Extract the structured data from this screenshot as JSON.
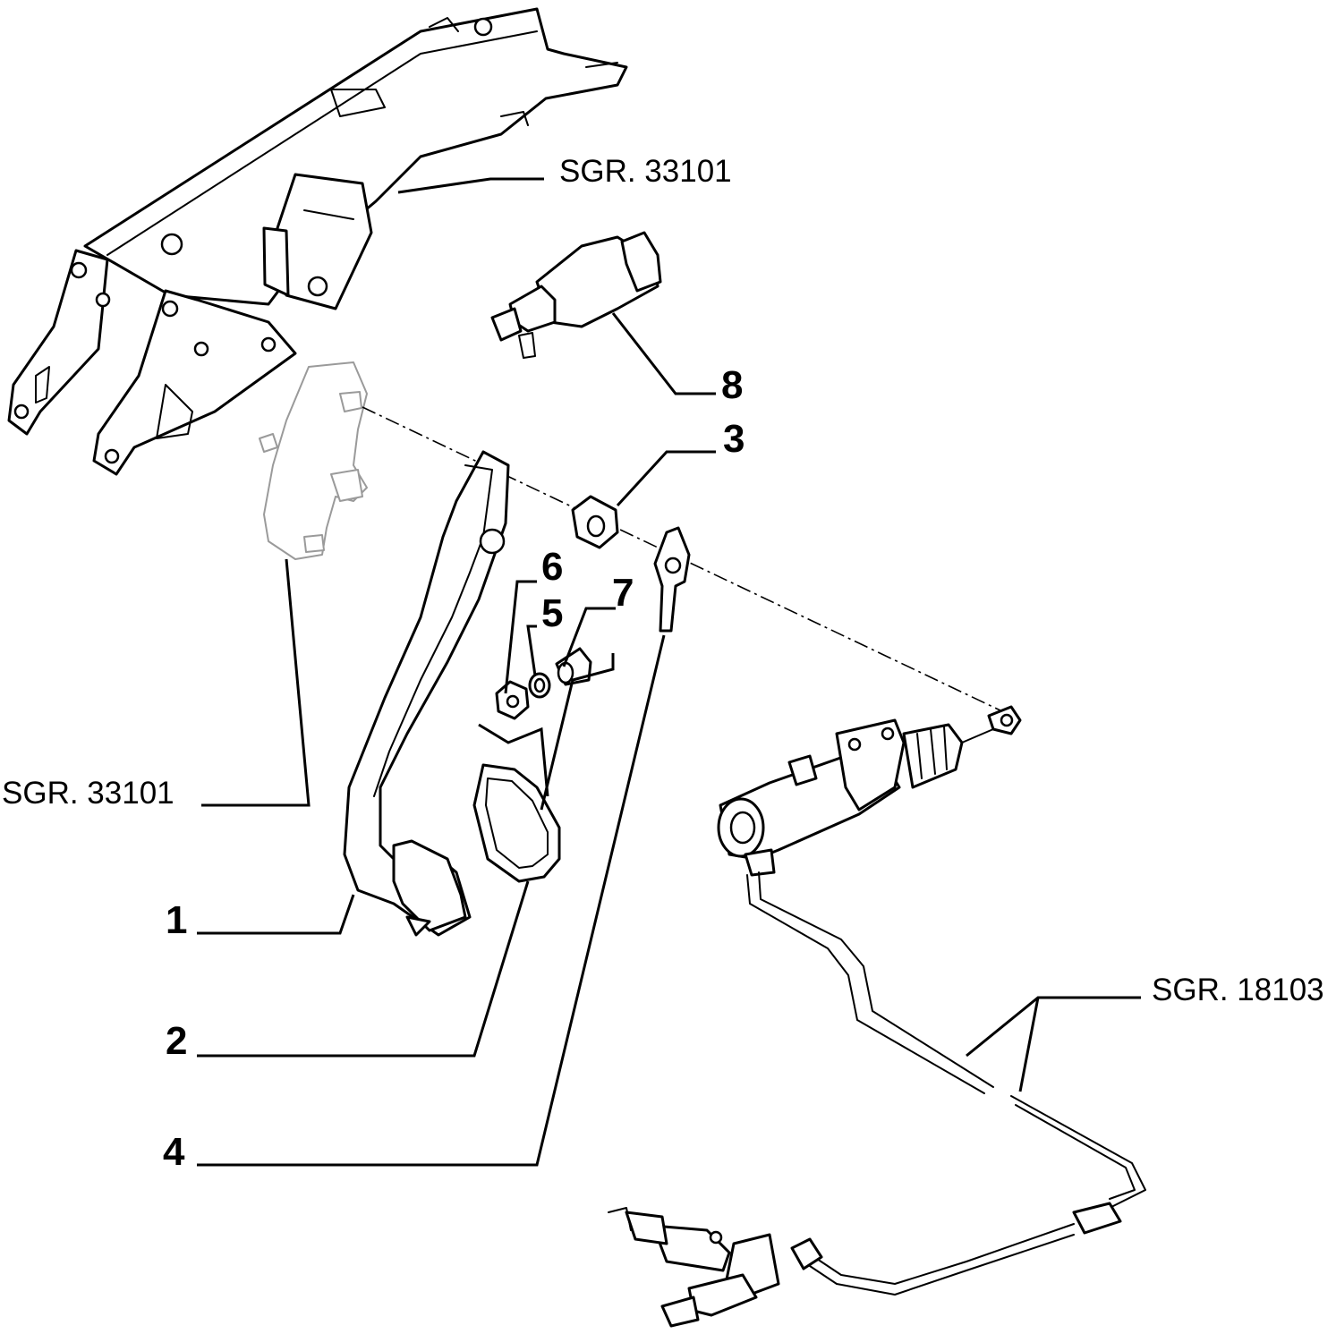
{
  "references": {
    "upper_bracket": "SGR. 33101",
    "lower_bracket": "SGR. 33101",
    "hydraulic_line": "SGR. 18103"
  },
  "callouts": [
    {
      "id": "1",
      "label": "1"
    },
    {
      "id": "2",
      "label": "2"
    },
    {
      "id": "3",
      "label": "3"
    },
    {
      "id": "4",
      "label": "4"
    },
    {
      "id": "5",
      "label": "5"
    },
    {
      "id": "6",
      "label": "6"
    },
    {
      "id": "7",
      "label": "7"
    },
    {
      "id": "8",
      "label": "8"
    }
  ]
}
